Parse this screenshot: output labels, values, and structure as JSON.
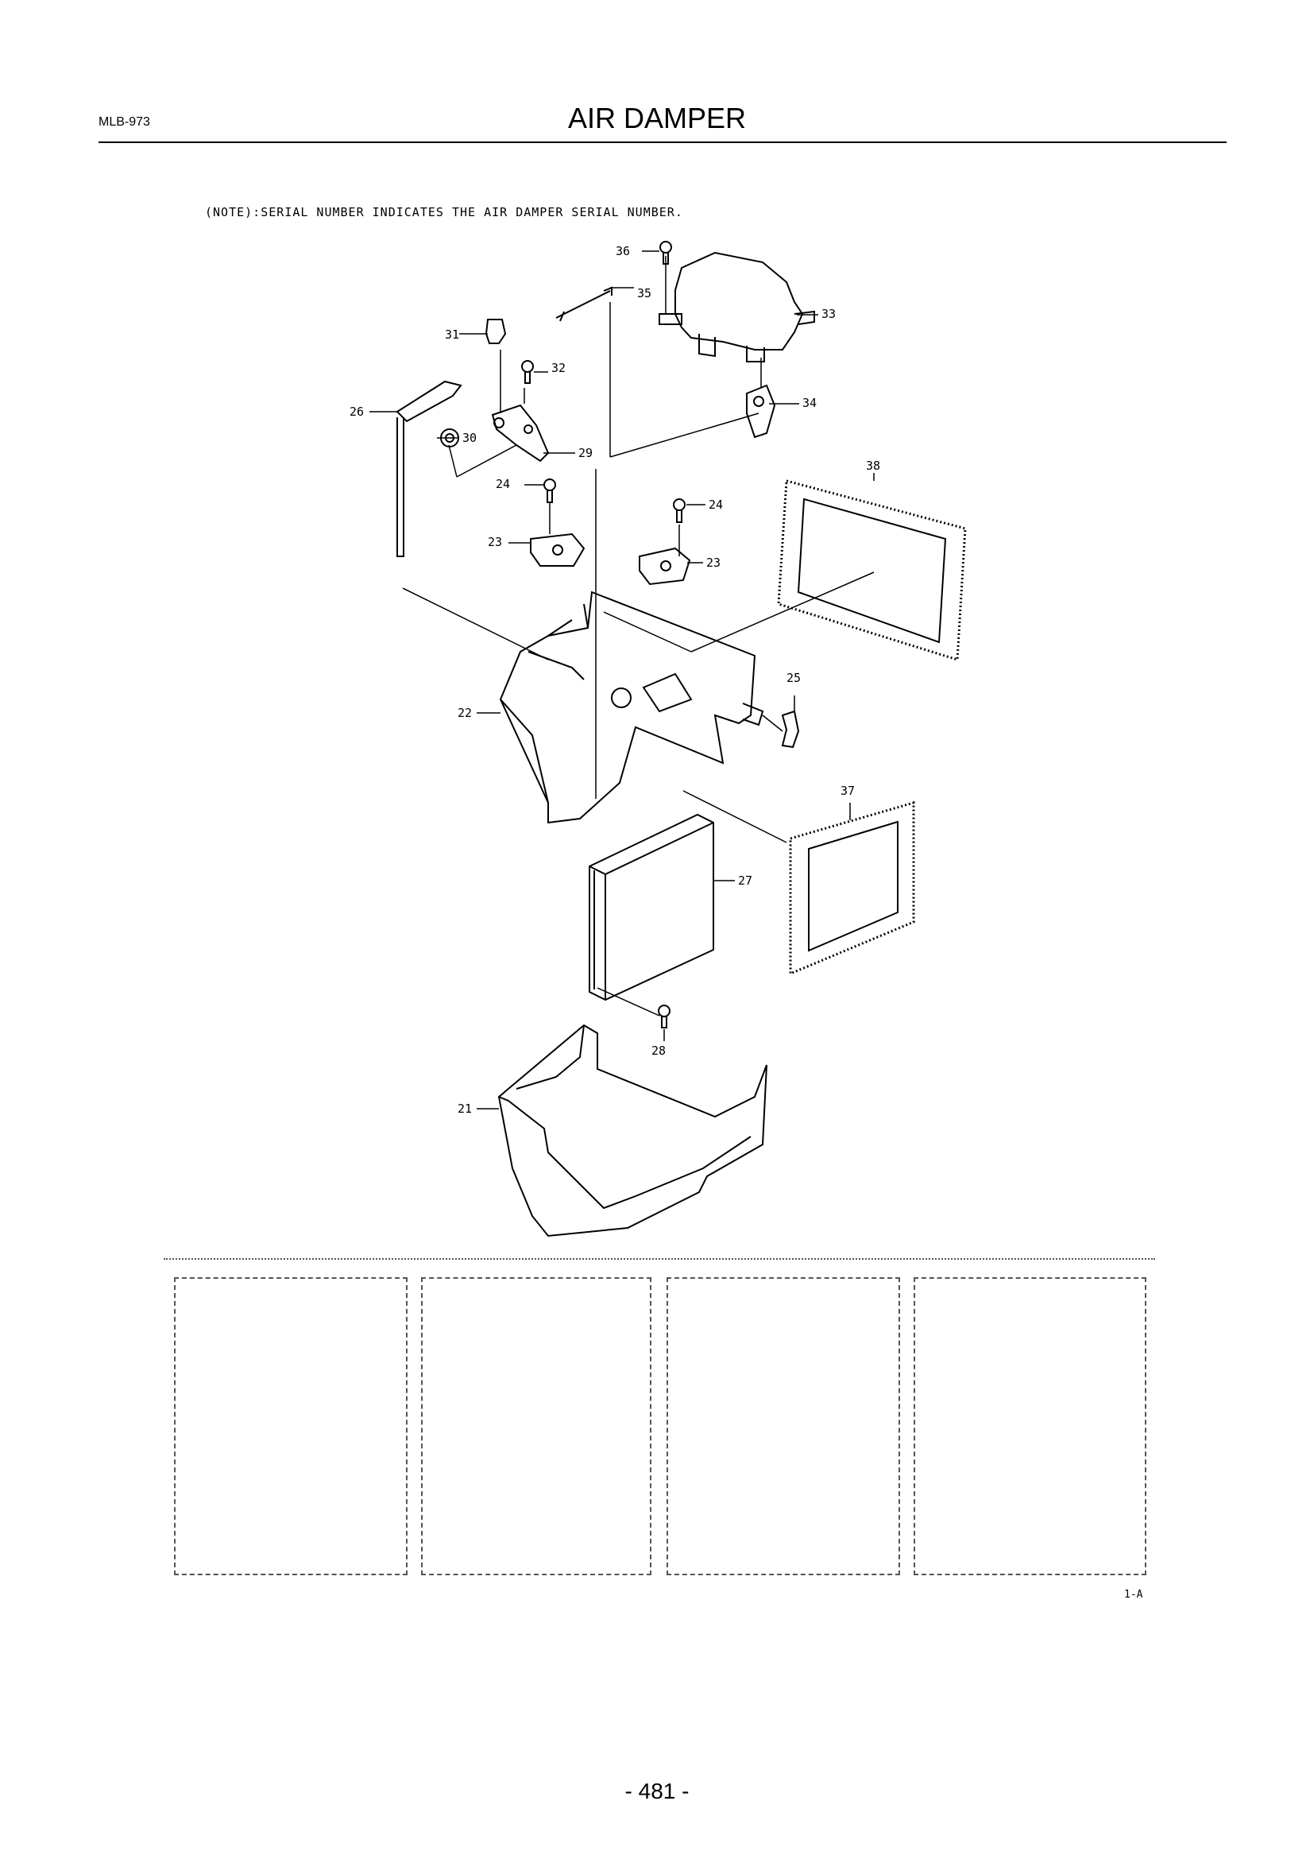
{
  "header": {
    "doc_code": "MLB-973",
    "title": "AIR DAMPER"
  },
  "note": "(NOTE):SERIAL NUMBER INDICATES THE AIR DAMPER SERIAL NUMBER.",
  "parts": [
    {
      "id": "21",
      "label": "21"
    },
    {
      "id": "22",
      "label": "22"
    },
    {
      "id": "23a",
      "label": "23"
    },
    {
      "id": "23b",
      "label": "23"
    },
    {
      "id": "24a",
      "label": "24"
    },
    {
      "id": "24b",
      "label": "24"
    },
    {
      "id": "25",
      "label": "25"
    },
    {
      "id": "26",
      "label": "26"
    },
    {
      "id": "27",
      "label": "27"
    },
    {
      "id": "28",
      "label": "28"
    },
    {
      "id": "29",
      "label": "29"
    },
    {
      "id": "30",
      "label": "30"
    },
    {
      "id": "31",
      "label": "31"
    },
    {
      "id": "32",
      "label": "32"
    },
    {
      "id": "33",
      "label": "33"
    },
    {
      "id": "34",
      "label": "34"
    },
    {
      "id": "35",
      "label": "35"
    },
    {
      "id": "36",
      "label": "36"
    },
    {
      "id": "37",
      "label": "37"
    },
    {
      "id": "38",
      "label": "38"
    }
  ],
  "footer": {
    "page_code": "1-A",
    "page_number": "- 481 -"
  }
}
